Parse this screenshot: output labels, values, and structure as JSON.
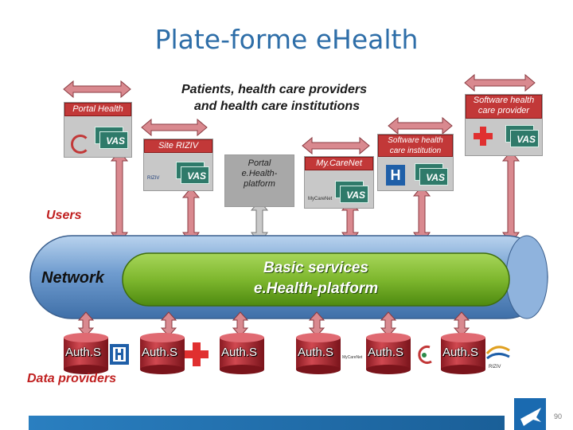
{
  "slide": {
    "title": "Plate-forme eHealth",
    "page_number": "90"
  },
  "top_label": {
    "line1": "Patients, health care providers",
    "line2": "and health care institutions"
  },
  "users_label": "Users",
  "network_label": "Network",
  "basic_services": {
    "line1": "Basic services",
    "line2": "e.Health-platform"
  },
  "data_providers_label": "Data providers",
  "vas_label": "VAS",
  "auth_label": "Auth.S",
  "portals": {
    "portal_health": "Portal Health",
    "site_riziv": "Site RIZIV",
    "portal_ehealth": {
      "line1": "Portal",
      "line2": "e.Health-",
      "line3": "platform"
    },
    "mycarenet": "My.CareNet",
    "software_institution": {
      "line1": "Software  health",
      "line2": "care institution"
    },
    "software_provider": {
      "line1": "Software health",
      "line2": "care provider"
    }
  },
  "logos": {
    "riziv": "RIZIV",
    "mycarenet": "MyCareNet",
    "hospital": "H"
  },
  "colors": {
    "title": "#2e6ea8",
    "header_red": "#c23838",
    "arrow_pink": "#d9898f",
    "network_blue": "#6f9ccf",
    "basic_green": "#7eb72e",
    "footer_bar": "#2a7fc0",
    "cylinder_red": "#c8323c"
  }
}
